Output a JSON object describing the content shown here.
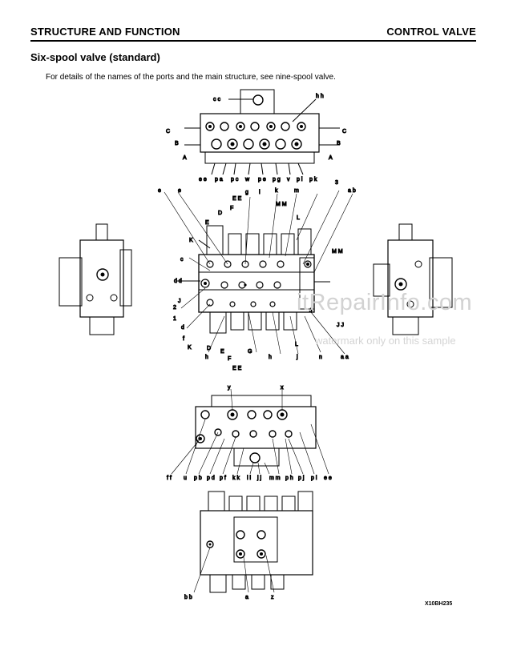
{
  "header": {
    "section": "STRUCTURE AND FUNCTION",
    "component": "CONTROL VALVE"
  },
  "title": "Six-spool valve (standard)",
  "note": "For details of the names of the ports and the main structure, see nine-spool valve.",
  "figure_code": "X10BH235",
  "watermark": {
    "site": "itRepairInfo.com",
    "text": "watermark only on this sample"
  },
  "labels": {
    "top_view": [
      "cc",
      "hh",
      "C",
      "B",
      "A",
      "C",
      "B",
      "A",
      "ee",
      "pa",
      "pc",
      "w",
      "pe",
      "pg",
      "v",
      "pi",
      "pk"
    ],
    "front_view": [
      "e",
      "e",
      "g",
      "l",
      "k",
      "m",
      "3",
      "ab",
      "EE",
      "F",
      "MM",
      "D",
      "E",
      "L",
      "K",
      "MM",
      "c",
      "dd",
      "J",
      "2",
      "1",
      "d",
      "f",
      "K",
      "D",
      "J",
      "JJ",
      "F",
      "E",
      "G",
      "EE",
      "h",
      "h",
      "j",
      "n",
      "aa"
    ],
    "bottom_view": [
      "y",
      "x",
      "ff",
      "u",
      "pb",
      "pd",
      "pf",
      "kk",
      "ll",
      "jj",
      "mm",
      "ph",
      "pj",
      "pl",
      "ee"
    ],
    "back_view": [
      "bb",
      "a",
      "z"
    ]
  }
}
